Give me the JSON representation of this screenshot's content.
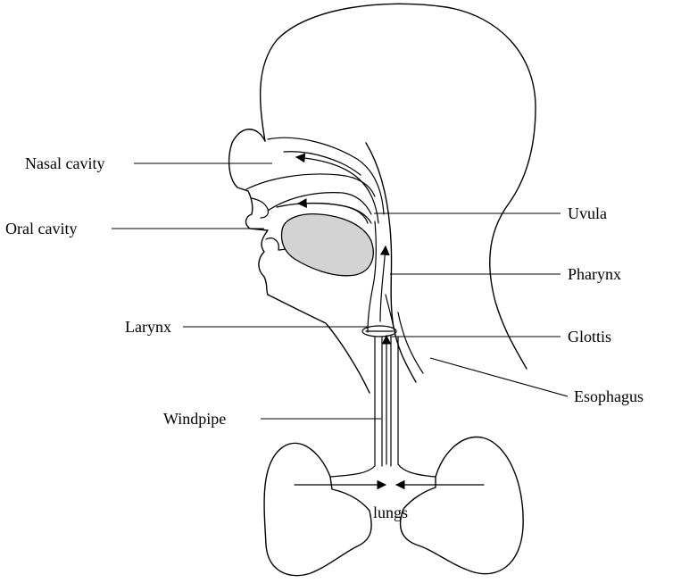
{
  "labels": {
    "nasal_cavity": "Nasal cavity",
    "oral_cavity": "Oral cavity",
    "larynx": "Larynx",
    "windpipe": "Windpipe",
    "uvula": "Uvula",
    "pharynx": "Pharynx",
    "glottis": "Glottis",
    "esophagus": "Esophagus",
    "lungs": "lungs"
  },
  "colors": {
    "tongue_fill": "#d3d3d3",
    "line": "#000000"
  }
}
